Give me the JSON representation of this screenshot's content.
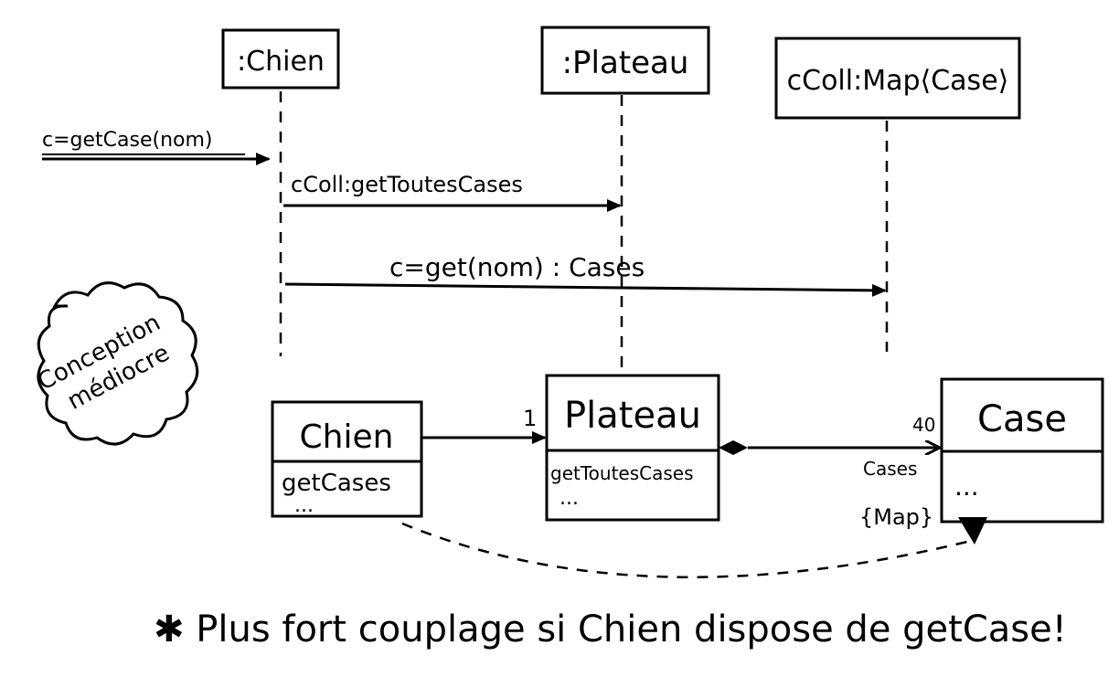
{
  "lifelines": {
    "chien": ":Chien",
    "plateau": ":Plateau",
    "map": "cColl:Map⟨Case⟩"
  },
  "messages": {
    "found": "c=getCase(nom)",
    "get_toutes": "cColl:getToutesCases",
    "get_nom": "c=get(nom) : Cases"
  },
  "cloud_note": {
    "line1": "Conception",
    "line2": "médiocre"
  },
  "classes": {
    "chien": {
      "name": "Chien",
      "op1": "getCases",
      "op2": "..."
    },
    "plateau": {
      "name": "Plateau",
      "op1": "getToutesCases",
      "op2": "..."
    },
    "case": {
      "name": "Case",
      "op1": "..."
    }
  },
  "associations": {
    "chien_plateau_mult": "1",
    "plateau_case_mult": "40",
    "plateau_case_role": "Cases",
    "plateau_case_constraint": "{Map}"
  },
  "footer_note": "✱ Plus fort couplage si Chien dispose de getCase!"
}
